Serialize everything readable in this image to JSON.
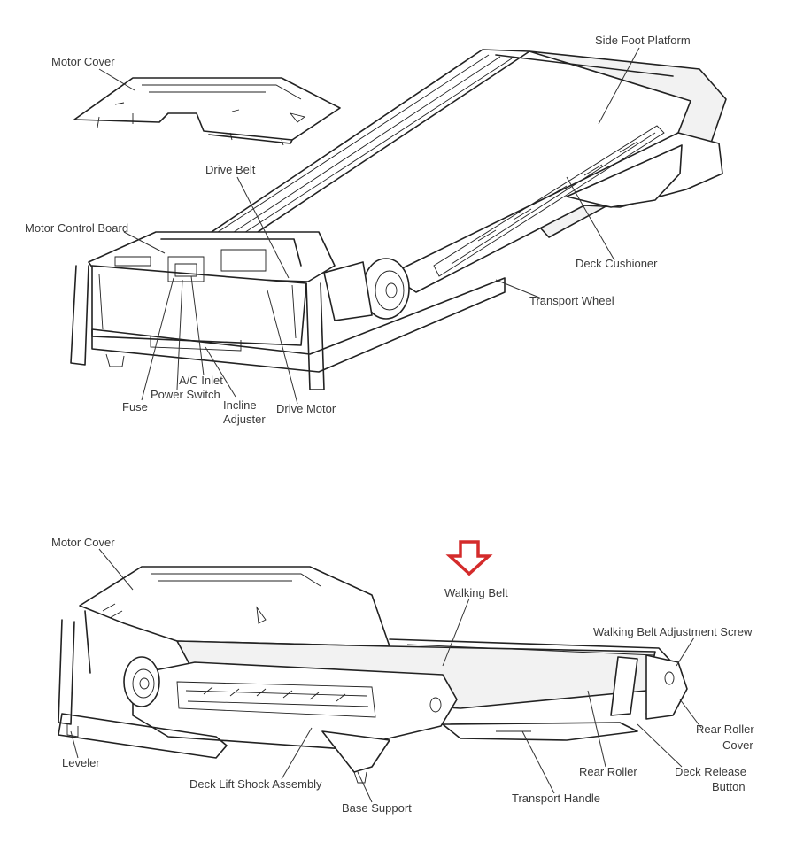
{
  "top_view": {
    "labels": {
      "motor_cover": "Motor Cover",
      "side_foot_platform": "Side Foot Platform",
      "drive_belt": "Drive Belt",
      "motor_control_board": "Motor Control Board",
      "deck_cushioner": "Deck Cushioner",
      "transport_wheel": "Transport Wheel",
      "ac_inlet": "A/C Inlet",
      "power_switch": "Power Switch",
      "fuse": "Fuse",
      "incline_adjuster_1": "Incline",
      "incline_adjuster_2": "Adjuster",
      "drive_motor": "Drive Motor"
    }
  },
  "bottom_view": {
    "labels": {
      "motor_cover": "Motor Cover",
      "walking_belt": "Walking Belt",
      "walking_belt_adjustment_screw": "Walking Belt Adjustment Screw",
      "rear_roller_cover_1": "Rear Roller",
      "rear_roller_cover_2": "Cover",
      "leveler": "Leveler",
      "deck_lift_shock_assembly": "Deck Lift Shock Assembly",
      "base_support": "Base Support",
      "transport_handle": "Transport Handle",
      "rear_roller": "Rear Roller",
      "deck_release_button_1": "Deck Release",
      "deck_release_button_2": "Button"
    },
    "arrow_color": "#d42b2b"
  },
  "colors": {
    "line": "#222222",
    "text": "#3a3a3a",
    "background": "#ffffff"
  }
}
